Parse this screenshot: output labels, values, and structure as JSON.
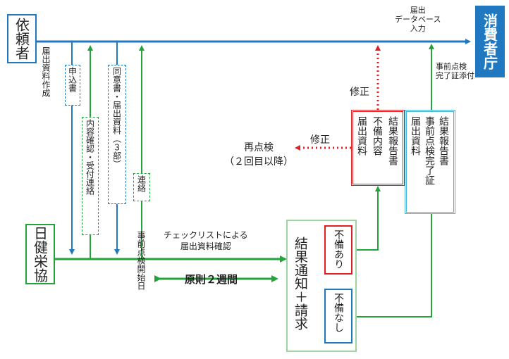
{
  "parties": {
    "requester": "依頼者",
    "caa": "消費者庁",
    "jhnfa": "日健栄協"
  },
  "side_notes": {
    "prepare_docs": "届出資料作成",
    "db_input": "届出\nデータベース\n入力",
    "attach_cert": "事前点検\n完了証添付",
    "precheck_start": "事前点検開始日"
  },
  "flow_labels": {
    "application": "申込書",
    "confirm_contact": "内容確認・受付連絡",
    "consent_docs": "同意書・届出資料（３部）",
    "contact": "連絡",
    "checklist": "チェックリストによる\n届出資料確認",
    "two_weeks": "原則２週間",
    "result_invoice": "結果通知＋請求",
    "deficient": "不備あり",
    "not_deficient": "不備なし",
    "fix_upper": "修正",
    "fix_side": "修正",
    "recheck": "再点検\n（２回目以降）"
  },
  "result_boxes": {
    "red_col1": "結果報告書",
    "red_col2": "不備内容",
    "red_col3": "届出資料",
    "blue_col1": "結果報告書",
    "blue_col2": "事前点検完了証",
    "blue_col3": "届出資料"
  },
  "colors": {
    "blue_line": "#1f78c0",
    "green_line": "#22a43a",
    "red_line": "#e02020",
    "caa_fill": "#1f78c0"
  }
}
